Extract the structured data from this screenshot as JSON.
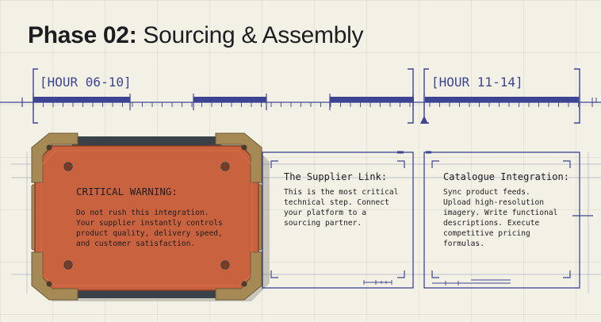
{
  "header": {
    "title_strong": "Phase 02:",
    "title_rest": " Sourcing & Assembly"
  },
  "timeline": {
    "segments": [
      {
        "label": "[HOUR 06-10]"
      },
      {
        "label": "[HOUR 11-14]"
      }
    ]
  },
  "warning": {
    "title": "CRITICAL WARNING:",
    "lines": [
      "Do not rush this integration.",
      "Your supplier instantly controls",
      "product quality, delivery speed,",
      "and customer satisfaction."
    ]
  },
  "cards": [
    {
      "title": "The Supplier Link:",
      "lines": [
        "This is the most critical",
        "technical step. Connect",
        "your platform to a",
        "sourcing partner."
      ]
    },
    {
      "title": "Catalogue Integration:",
      "lines": [
        "Sync product feeds.",
        "Upload high-resolution",
        "imagery. Write functional",
        "descriptions. Execute",
        "competitive pricing",
        "formulas."
      ]
    }
  ],
  "colors": {
    "background": "#f3f1e6",
    "blueprint": "#3d4592",
    "panel": "#c9623e",
    "bumper": "#3b4148",
    "brass": "#a58a55"
  }
}
